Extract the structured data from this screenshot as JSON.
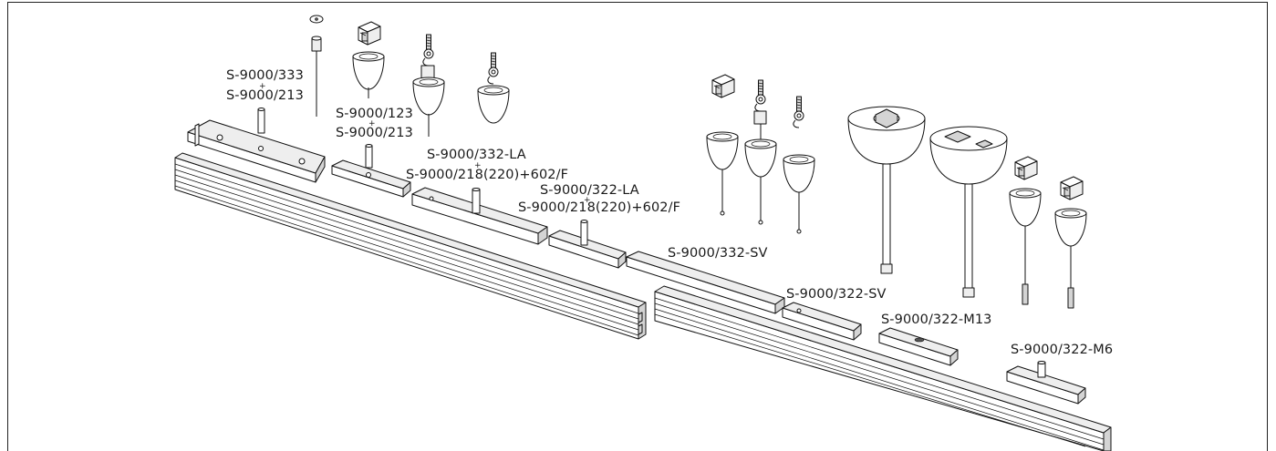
{
  "labels": {
    "s333": "S-9000/333",
    "s213a": "S-9000/213",
    "s123": "S-9000/123",
    "s213b": "S-9000/213",
    "s332la": "S-9000/332-LA",
    "s218a": "S-9000/218(220)+602/F",
    "s322la": "S-9000/322-LA",
    "s218b": "S-9000/218(220)+602/F",
    "s332sv": "S-9000/332-SV",
    "s322sv": "S-9000/322-SV",
    "s322m13": "S-9000/322-M13",
    "s322m6": "S-9000/322-M6",
    "plus": "+"
  }
}
